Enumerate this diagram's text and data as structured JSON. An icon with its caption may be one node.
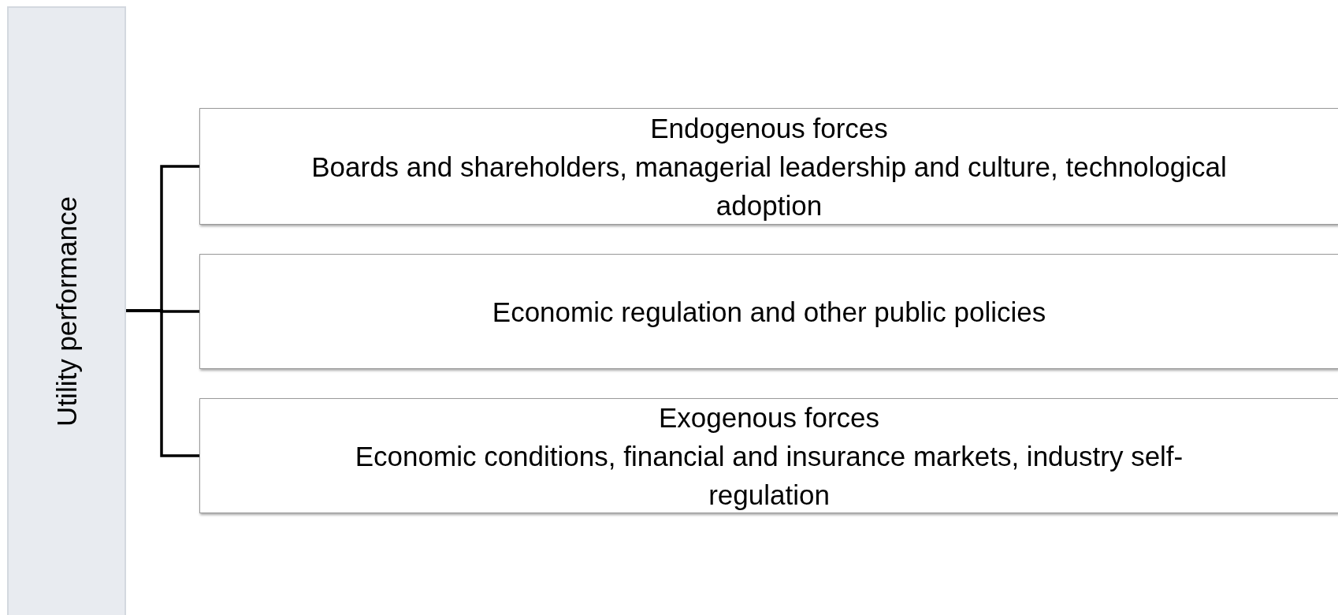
{
  "diagram": {
    "nodes": [
      {
        "text": [
          "Utility performance"
        ]
      },
      {
        "text": [
          "Endogenous forces",
          "Boards and shareholders, managerial leadership and culture, technological adoption"
        ]
      },
      {
        "text": [
          "Economic regulation and other public policies"
        ]
      },
      {
        "text": [
          "Exogenous forces",
          "Economic conditions, financial and insurance markets, industry self-regulation"
        ]
      }
    ],
    "edges": [
      {
        "from": 0,
        "to": 1,
        "arrow": "none"
      },
      {
        "from": 0,
        "to": 2,
        "arrow": "none"
      },
      {
        "from": 0,
        "to": 3,
        "arrow": "none"
      }
    ]
  }
}
